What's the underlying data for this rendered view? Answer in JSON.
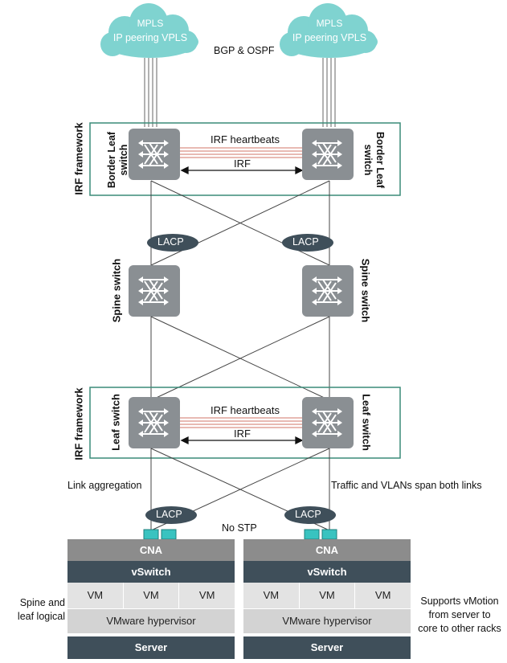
{
  "clouds": [
    {
      "line1": "MPLS",
      "line2": "IP peering VPLS"
    },
    {
      "line1": "MPLS",
      "line2": "IP peering VPLS"
    }
  ],
  "top_protocols": "BGP & OSPF",
  "border": {
    "framework_label": "IRF framework",
    "left_switch": "Border Leaf switch",
    "right_switch": "Border Leaf switch",
    "heartbeats": "IRF heartbeats",
    "irf": "IRF"
  },
  "lacp_upper": [
    "LACP",
    "LACP"
  ],
  "spine": {
    "left": "Spine switch",
    "right": "Spine switch"
  },
  "leaf": {
    "framework_label": "IRF framework",
    "left_switch": "Leaf switch",
    "right_switch": "Leaf switch",
    "heartbeats": "IRF heartbeats",
    "irf": "IRF"
  },
  "notes": {
    "link_aggregation": "Link aggregation",
    "traffic": "Traffic and VLANs span both links",
    "no_stp": "No STP",
    "spine_leaf_1": "Spine and",
    "spine_leaf_2": "leaf logical",
    "vmotion_1": "Supports vMotion",
    "vmotion_2": "from server to",
    "vmotion_3": "core to other racks"
  },
  "lacp_lower": [
    "LACP",
    "LACP"
  ],
  "servers": [
    {
      "cna": "CNA",
      "vswitch": "vSwitch",
      "vms": [
        "VM",
        "VM",
        "VM"
      ],
      "hypervisor": "VMware hypervisor",
      "server": "Server"
    },
    {
      "cna": "CNA",
      "vswitch": "vSwitch",
      "vms": [
        "VM",
        "VM",
        "VM"
      ],
      "hypervisor": "VMware hypervisor",
      "server": "Server"
    }
  ],
  "colors": {
    "cloud": "#7fd3d0",
    "framework_border": "#3a8b78",
    "switch_fill": "#8a8f93",
    "lacp_fill": "#3f4f5a",
    "heartbeat": "#e0a39a",
    "nic": "#39c3c0",
    "dark_bar": "#3f4f5a"
  }
}
